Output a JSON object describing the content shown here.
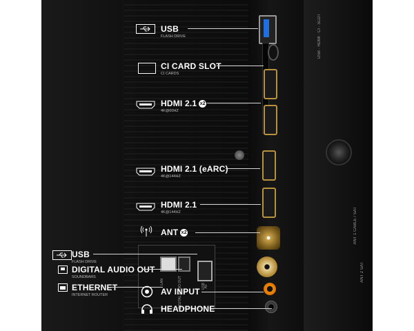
{
  "ports": [
    {
      "title": "USB",
      "sub": "FLASH DRIVE"
    },
    {
      "title": "CI CARD SLOT",
      "sub": "CI CARDS"
    },
    {
      "title": "HDMI 2.1",
      "badge": "x2",
      "sub": "4K@60Hz"
    },
    {
      "title": "HDMI 2.1 (eARC)",
      "sub": "4K@144Hz"
    },
    {
      "title": "HDMI 2.1",
      "sub": "4K@144Hz"
    },
    {
      "title": "ANT",
      "badge": "x2"
    },
    {
      "title": "USB",
      "sub": "FLASH DRIVE"
    },
    {
      "title": "DIGITAL AUDIO OUT",
      "sub": "SOUNDBARS"
    },
    {
      "title": "ETHERNET",
      "sub": "INTERNET ROUTER"
    },
    {
      "title": "AV INPUT"
    },
    {
      "title": "HEADPHONE"
    }
  ],
  "panel_marks": {
    "lan": "LAN",
    "digital": "DIGITAL AUDIO OUT",
    "usb": "USB",
    "ant1": "ANT 1",
    "ant1_sub": "CABLE / SAT",
    "ant2": "ANT 2",
    "ant2_sub": "SAT",
    "av": "AV"
  }
}
